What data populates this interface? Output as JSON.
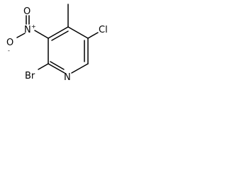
{
  "molecule": {
    "atoms": {
      "chlorine": "Cl",
      "nitrogen_ring": "N",
      "bromine": "Br",
      "nitro_nitrogen": "N",
      "nitro_oxygen_top": "O",
      "nitro_oxygen_bottom": "O"
    },
    "charges": {
      "nitro_nitrogen": "+",
      "nitro_oxygen_bottom": "-"
    }
  }
}
